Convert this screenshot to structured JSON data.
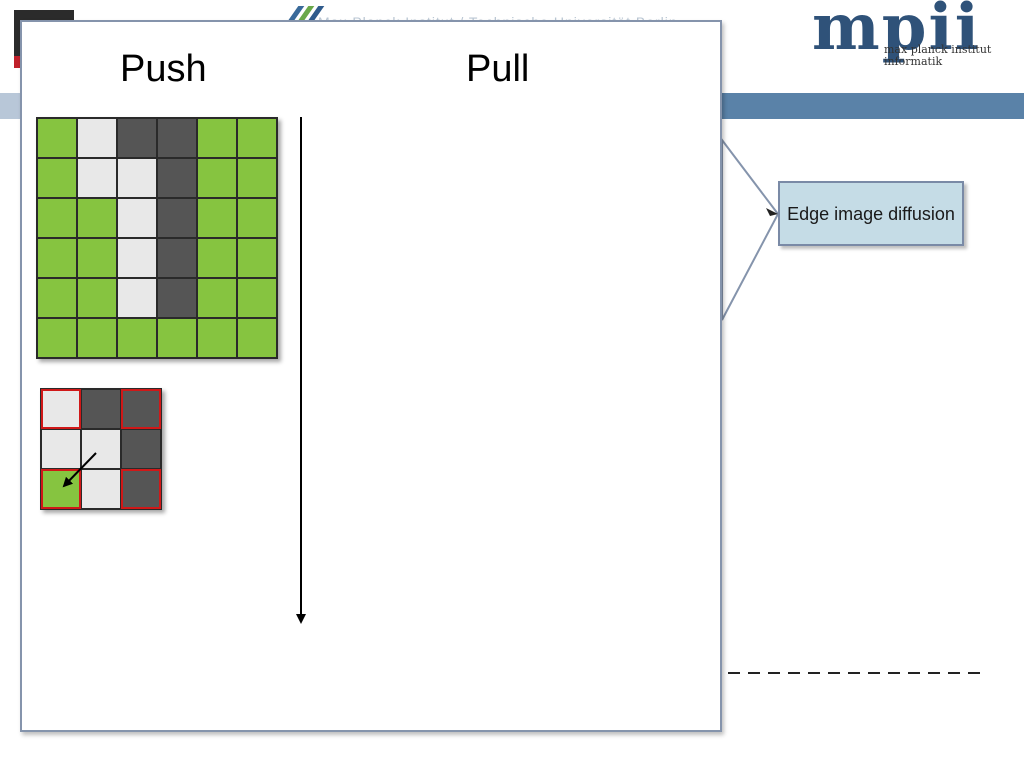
{
  "slide": {
    "header_faint_text": "Max Planck Institut / Technische Universität Berlin",
    "logo_mpi_letters": "mpii",
    "logo_mpi_line1": "max planck institut",
    "logo_mpi_line2": "informatik"
  },
  "panel": {
    "push_heading": "Push",
    "pull_heading": "Pull"
  },
  "callout": {
    "text": "Edge image diffusion"
  },
  "grid_6x6": [
    [
      "g",
      "l",
      "d",
      "d",
      "g",
      "g"
    ],
    [
      "g",
      "l",
      "l",
      "d",
      "g",
      "g"
    ],
    [
      "g",
      "g",
      "l",
      "d",
      "g",
      "g"
    ],
    [
      "g",
      "g",
      "l",
      "d",
      "g",
      "g"
    ],
    [
      "g",
      "g",
      "l",
      "d",
      "g",
      "g"
    ],
    [
      "g",
      "g",
      "g",
      "g",
      "g",
      "g"
    ]
  ],
  "grid_3x3": [
    [
      "l",
      "d",
      "d"
    ],
    [
      "l",
      "l",
      "d"
    ],
    [
      "g",
      "l",
      "d"
    ]
  ],
  "grid_3x3_highlighted": [
    [
      0,
      0
    ],
    [
      0,
      2
    ],
    [
      2,
      0
    ],
    [
      2,
      2
    ]
  ],
  "colors": {
    "green": "#86c440",
    "light_gray": "#e8e8e8",
    "dark_gray": "#555555",
    "highlight_red": "#d01818",
    "header_bar": "#5a82a8",
    "callout_fill": "#c5dce6"
  }
}
